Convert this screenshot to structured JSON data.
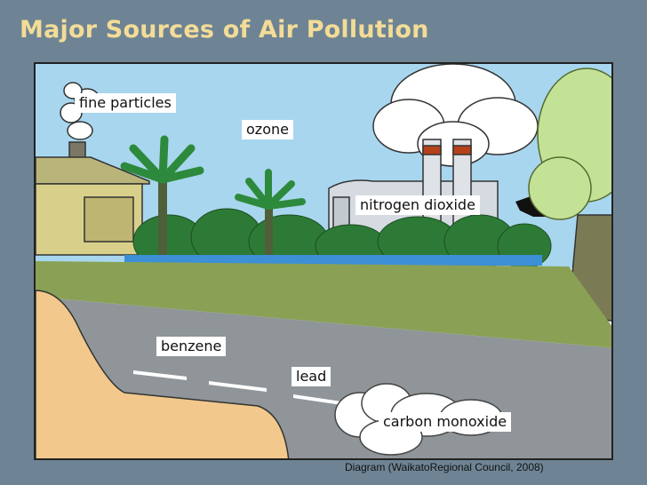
{
  "slide": {
    "title": "Major Sources of Air Pollution",
    "caption": "Diagram (WaikatoRegional Council, 2008)"
  },
  "diagram": {
    "labels": {
      "fine_particles": "fine particles",
      "ozone": "ozone",
      "nitrogen_dioxide": "nitrogen dioxide",
      "benzene": "benzene",
      "lead": "lead",
      "carbon_monoxide": "carbon monoxide"
    }
  },
  "colors": {
    "background": "#6e8494",
    "title": "#f3dc97",
    "sky": "#a8d6ee",
    "road": "#8f9599",
    "grass": "#8aa155",
    "car": "#f2c88c"
  }
}
